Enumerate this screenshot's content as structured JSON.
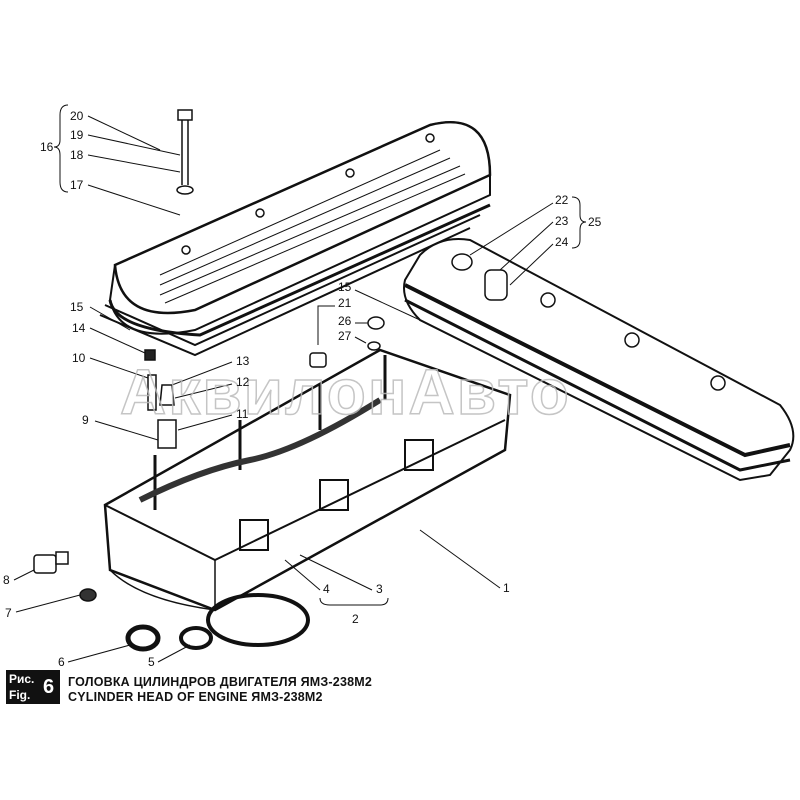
{
  "watermark": "АквилонАвто",
  "figure": {
    "prefix_ru": "Рис.",
    "prefix_en": "Fig.",
    "number": "6"
  },
  "caption": {
    "ru": "ГОЛОВКА ЦИЛИНДРОВ ДВИГАТЕЛЯ ЯМЗ-238М2",
    "en": "CYLINDER HEAD OF ENGINE ЯМЗ-238М2"
  },
  "callouts": {
    "c20": "20",
    "c19": "19",
    "c18": "18",
    "c17": "17",
    "c16": "16",
    "c15a": "15",
    "c14": "14",
    "c10": "10",
    "c13": "13",
    "c12": "12",
    "c11": "11",
    "c9": "9",
    "c8": "8",
    "c7": "7",
    "c6": "6",
    "c5": "5",
    "c4": "4",
    "c3": "3",
    "c2": "2",
    "c1": "1",
    "c15b": "15",
    "c21": "21",
    "c26": "26",
    "c27": "27",
    "c22": "22",
    "c23": "23",
    "c24": "24",
    "c25": "25"
  }
}
